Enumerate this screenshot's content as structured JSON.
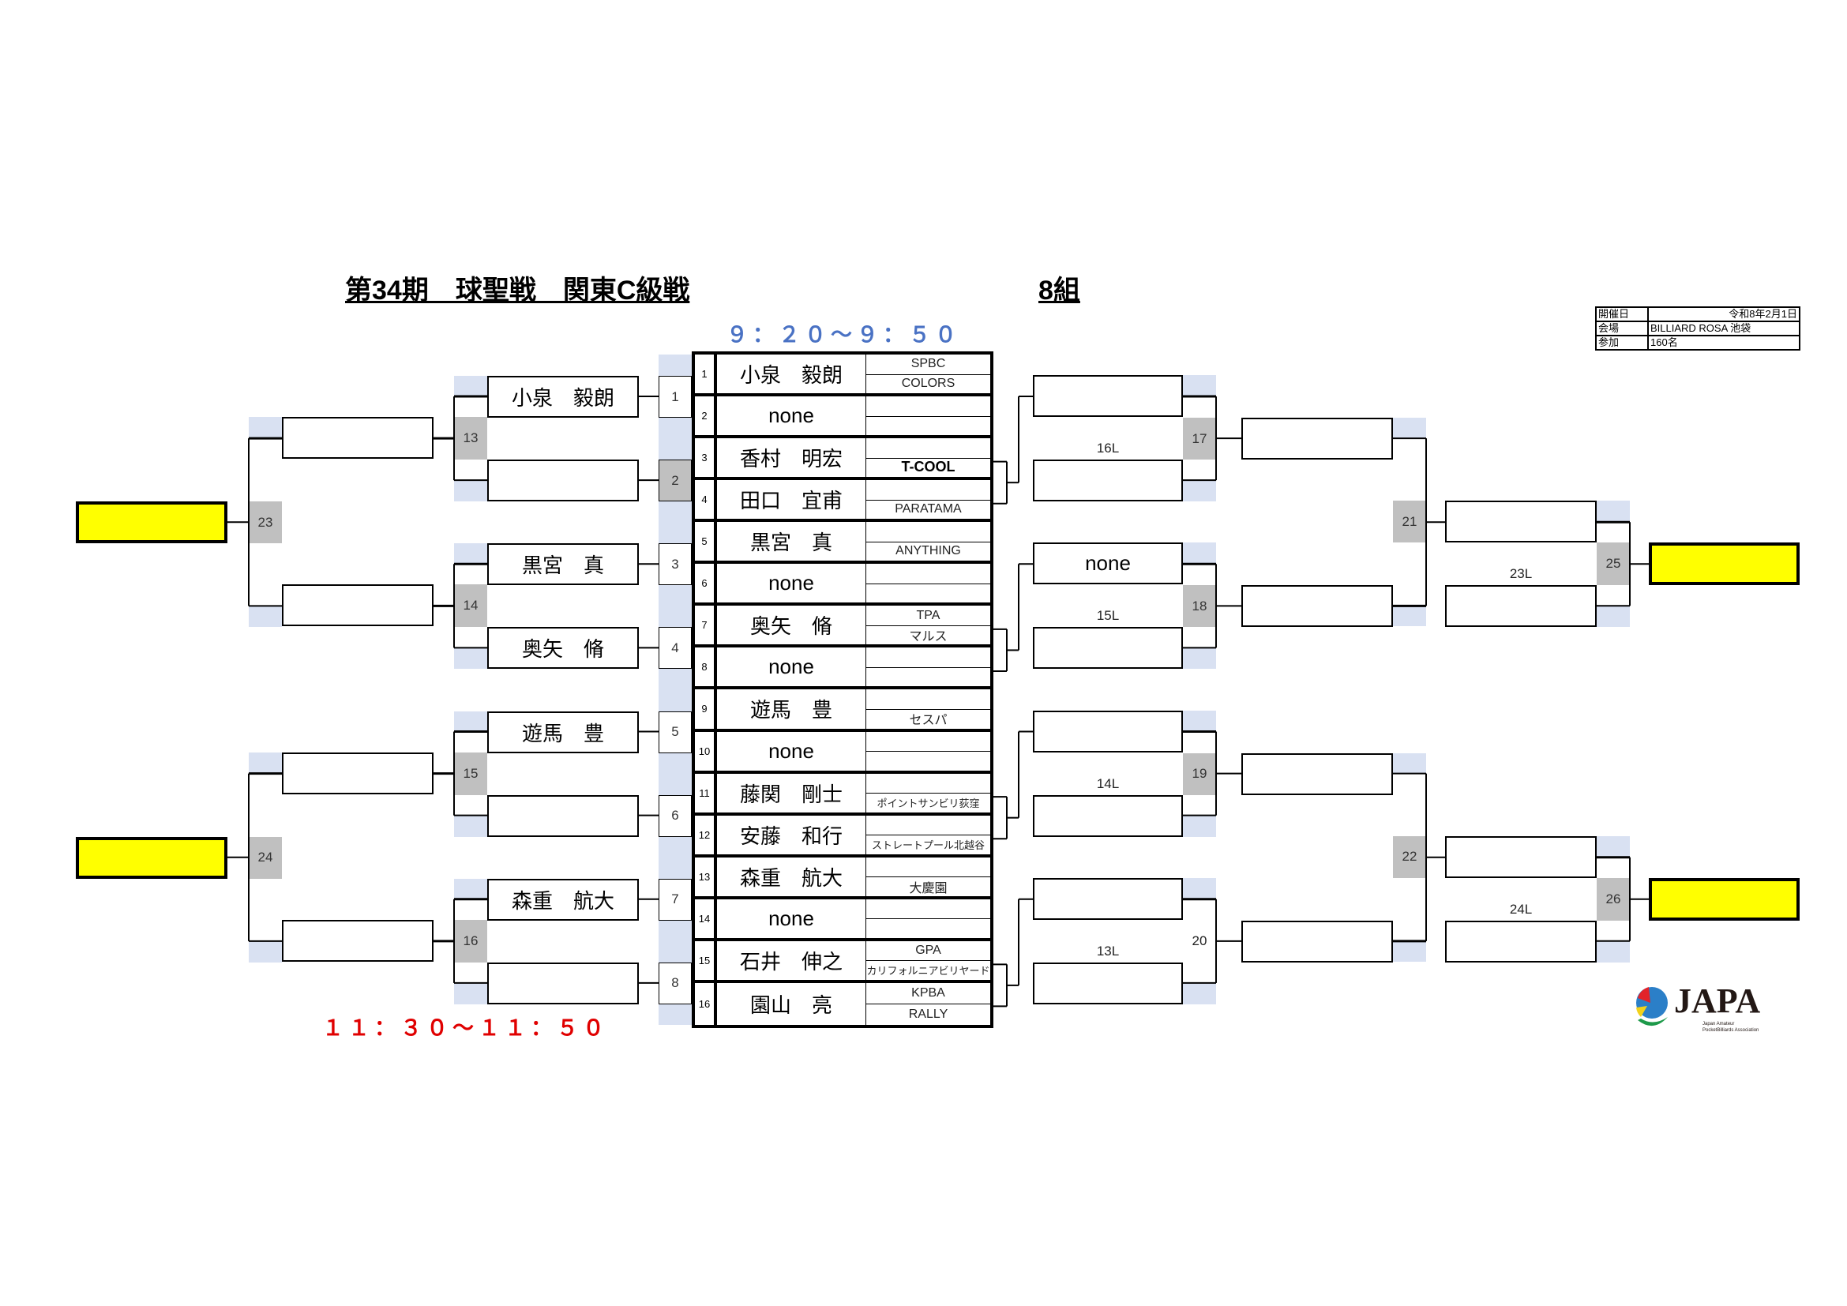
{
  "header": {
    "title": "第34期　球聖戦　関東C級戦",
    "group": "8組",
    "time_morning": "９：２０～９：５０",
    "time_late": "１１：３０～１１：５０"
  },
  "info": {
    "date_label": "開催日",
    "date_value": "令和8年2月1日",
    "venue_label": "会場",
    "venue_value": "BILLIARD ROSA  池袋",
    "entries_label": "参加",
    "entries_value": "160名"
  },
  "players": [
    {
      "no": "1",
      "name": "小泉　毅朗",
      "club": [
        "SPBC",
        "COLORS"
      ]
    },
    {
      "no": "2",
      "name": "none",
      "club": [
        "",
        ""
      ]
    },
    {
      "no": "3",
      "name": "香村　明宏",
      "club": [
        "",
        "T-COOL"
      ]
    },
    {
      "no": "4",
      "name": "田口　宜甫",
      "club": [
        "",
        "PARATAMA"
      ]
    },
    {
      "no": "5",
      "name": "黒宮　真",
      "club": [
        "",
        "ANYTHING"
      ]
    },
    {
      "no": "6",
      "name": "none",
      "club": [
        "",
        ""
      ]
    },
    {
      "no": "7",
      "name": "奥矢　脩",
      "club": [
        "TPA",
        "マルス"
      ]
    },
    {
      "no": "8",
      "name": "none",
      "club": [
        "",
        ""
      ]
    },
    {
      "no": "9",
      "name": "遊馬　豊",
      "club": [
        "",
        "セスパ"
      ]
    },
    {
      "no": "10",
      "name": "none",
      "club": [
        "",
        ""
      ]
    },
    {
      "no": "11",
      "name": "藤関　剛士",
      "club": [
        "",
        "ポイントサンビリ荻窪"
      ]
    },
    {
      "no": "12",
      "name": "安藤　和行",
      "club": [
        "",
        "ストレートプール北越谷"
      ]
    },
    {
      "no": "13",
      "name": "森重　航大",
      "club": [
        "",
        "大慶園"
      ]
    },
    {
      "no": "14",
      "name": "none",
      "club": [
        "",
        ""
      ]
    },
    {
      "no": "15",
      "name": "石井　伸之",
      "club": [
        "GPA",
        "カリフォルニアビリヤード"
      ]
    },
    {
      "no": "16",
      "name": "園山　亮",
      "club": [
        "KPBA",
        "RALLY"
      ]
    }
  ],
  "first_matches": [
    "1",
    "2",
    "3",
    "4",
    "5",
    "6",
    "7",
    "8"
  ],
  "winners_r1": [
    "小泉　毅朗",
    "",
    "黒宮　真",
    "奥矢　脩",
    "遊馬　豊",
    "",
    "森重　航大",
    ""
  ],
  "winners_r1_matches": [
    "13",
    "14",
    "15",
    "16"
  ],
  "winners_r2_matches": [
    "23",
    "24"
  ],
  "losers_r1": {
    "entries": [
      "",
      "",
      "none",
      "",
      "",
      "",
      "",
      ""
    ],
    "loser_labels": [
      "16L",
      "15L",
      "14L",
      "13L"
    ],
    "matches": [
      "17",
      "18",
      "19",
      "20"
    ]
  },
  "losers_r2_matches": [
    "21",
    "22"
  ],
  "losers_r3": {
    "loser_labels": [
      "23L",
      "24L"
    ],
    "matches": [
      "25",
      "26"
    ]
  },
  "logo": {
    "text": "JAPA",
    "subtitle": "Japan Amateur PocketBilliards Association"
  },
  "colors": {
    "winner_box": "#ffff00",
    "match_cell": "#c0c0c0",
    "band": "#d9e1f2",
    "time_blue": "#4a72c4",
    "time_red": "#e00000"
  }
}
